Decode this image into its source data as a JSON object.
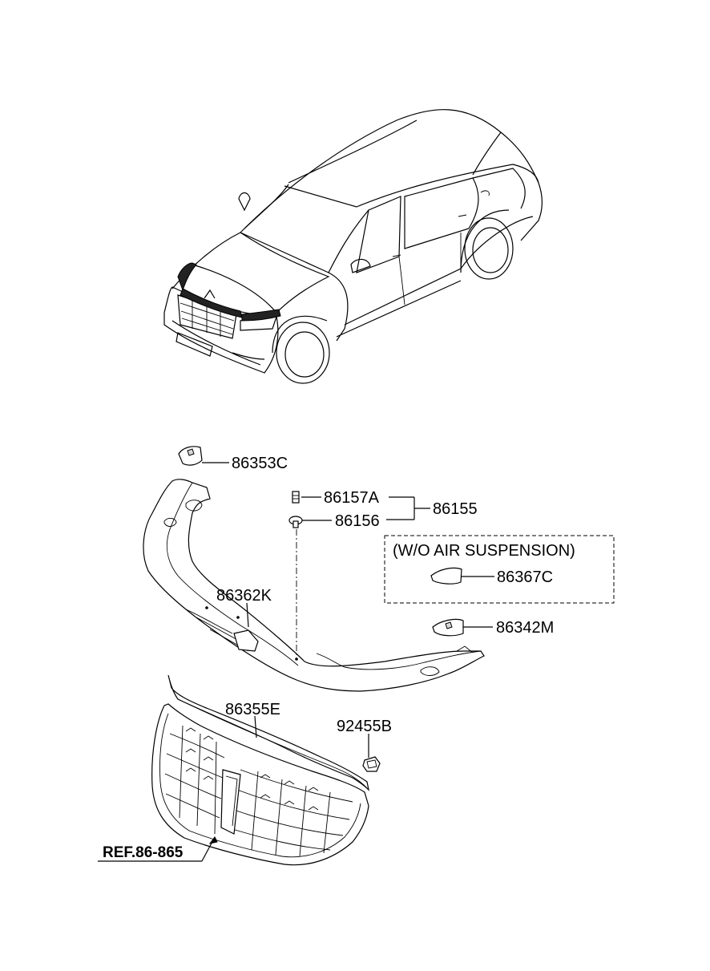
{
  "parts": {
    "p86353C": "86353C",
    "p86157A": "86157A",
    "p86155": "86155",
    "p86156": "86156",
    "p86367C": "86367C",
    "p86362K": "86362K",
    "p86342M": "86342M",
    "p86355E": "86355E",
    "p92455B": "92455B"
  },
  "note": "(W/O AIR SUSPENSION)",
  "reference": "REF.86-865",
  "icons": [
    "car-overview-icon",
    "cover-cap-icon",
    "bolt-icon",
    "clip-icon",
    "front-cover-panel-icon",
    "molding-strip-icon",
    "radiator-grille-icon",
    "nut-icon"
  ]
}
